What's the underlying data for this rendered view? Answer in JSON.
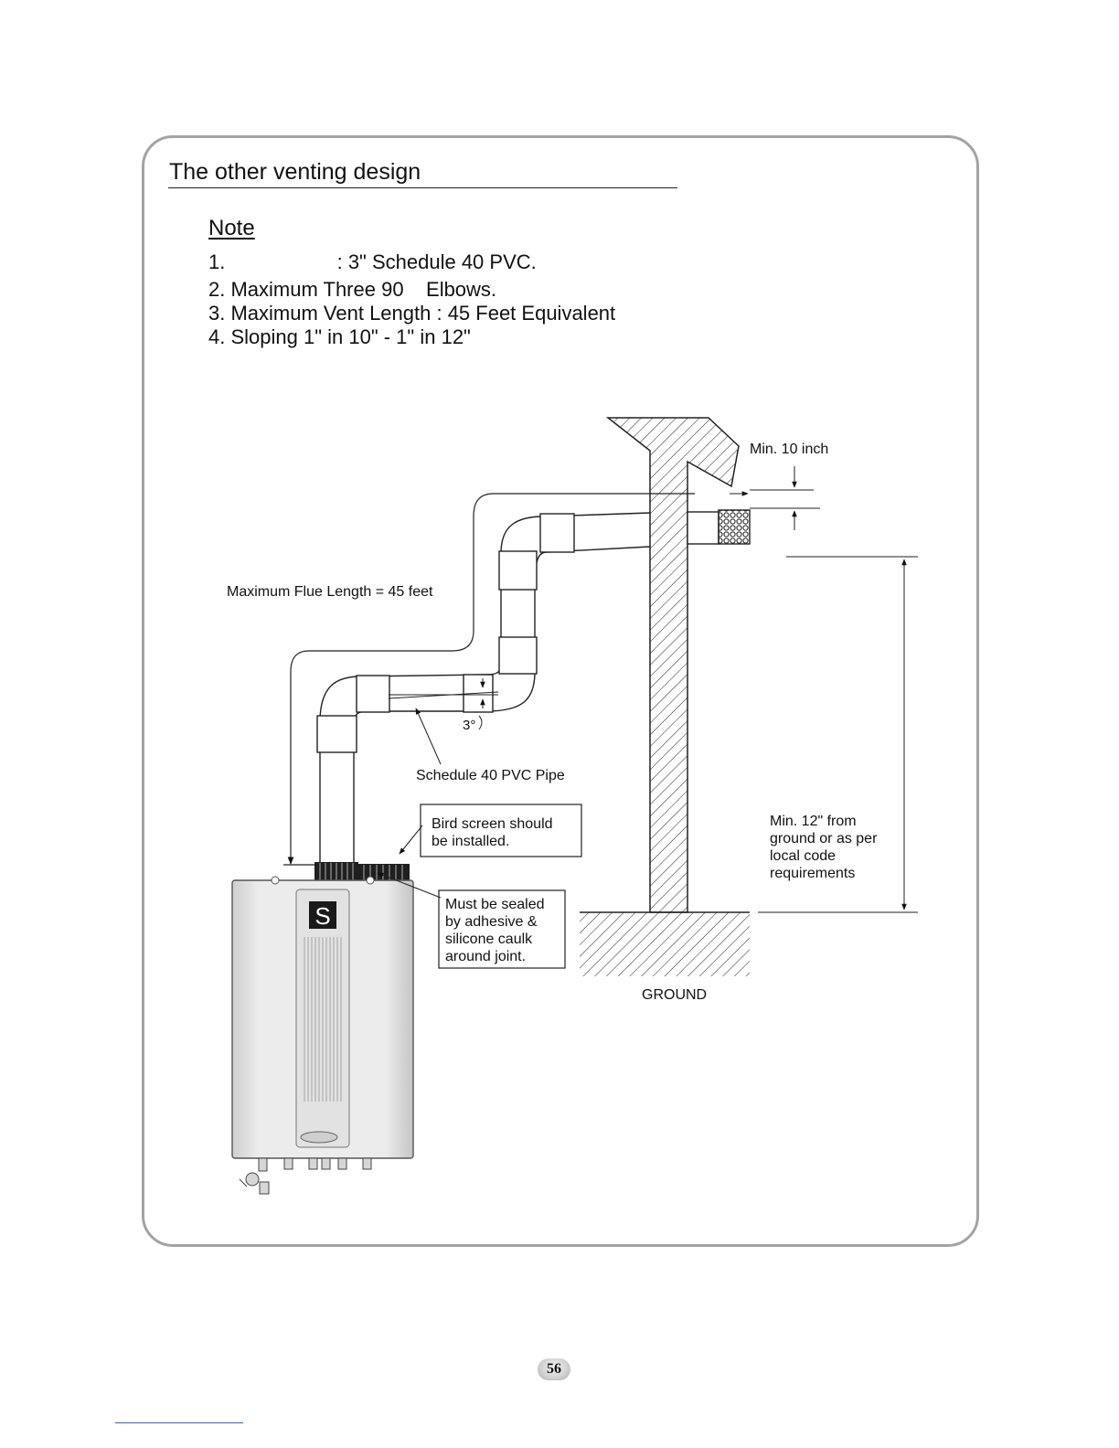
{
  "section_title": "The other venting design",
  "note": {
    "heading": "Note",
    "lines": [
      "1.                    : 3\" Schedule 40 PVC.",
      "2. Maximum Three 90    Elbows.",
      "3. Maximum Vent Length : 45 Feet Equivalent",
      "4. Sloping 1\" in 10\" - 1\" in 12\""
    ]
  },
  "diagram": {
    "min_10_inch": "Min. 10 inch",
    "max_flue_length": "Maximum Flue Length = 45 feet",
    "angle": "3°",
    "pipe_label": "Schedule 40 PVC Pipe",
    "bird_screen": [
      "Bird screen should",
      "be installed."
    ],
    "sealed": [
      "Must be sealed",
      "by adhesive &",
      "silicone caulk",
      "around joint."
    ],
    "min_12": [
      "Min. 12\" from",
      "ground or as per",
      "local code",
      "requirements"
    ],
    "ground": "GROUND",
    "logo_letter": "S"
  },
  "page_number": "56"
}
